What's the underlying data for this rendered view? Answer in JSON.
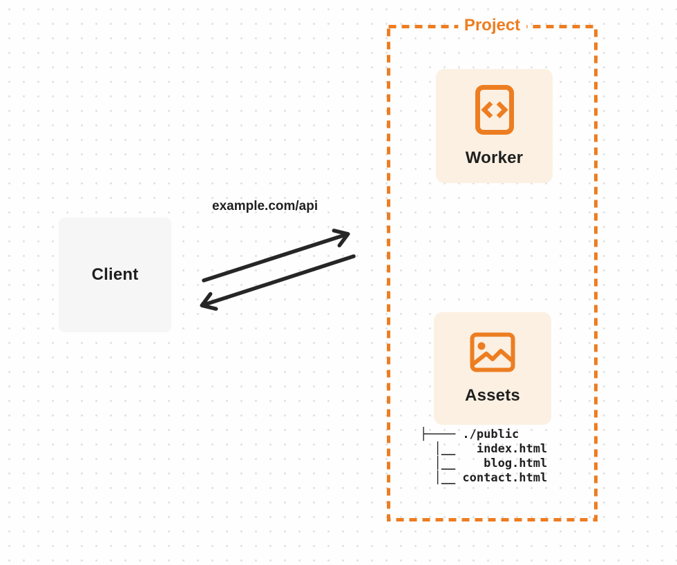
{
  "diagram": {
    "client": {
      "label": "Client"
    },
    "request": {
      "label": "example.com/api"
    },
    "project": {
      "label": "Project",
      "worker": {
        "label": "Worker",
        "icon": "code-file-icon"
      },
      "assets": {
        "label": "Assets",
        "icon": "image-icon"
      },
      "filetree": {
        "rows": [
          "├──── ./public",
          "  │__   index.html",
          "  │__    blog.html",
          "  │__ contact.html"
        ]
      }
    },
    "colors": {
      "accent_orange": "#ED7D21",
      "node_fill": "#FBF0E2",
      "client_fill": "#F6F6F6",
      "arrow": "#262626",
      "text": "#1F1F1F",
      "background": "#FEFEFE",
      "grid_dot": "#E3E3E3"
    }
  }
}
